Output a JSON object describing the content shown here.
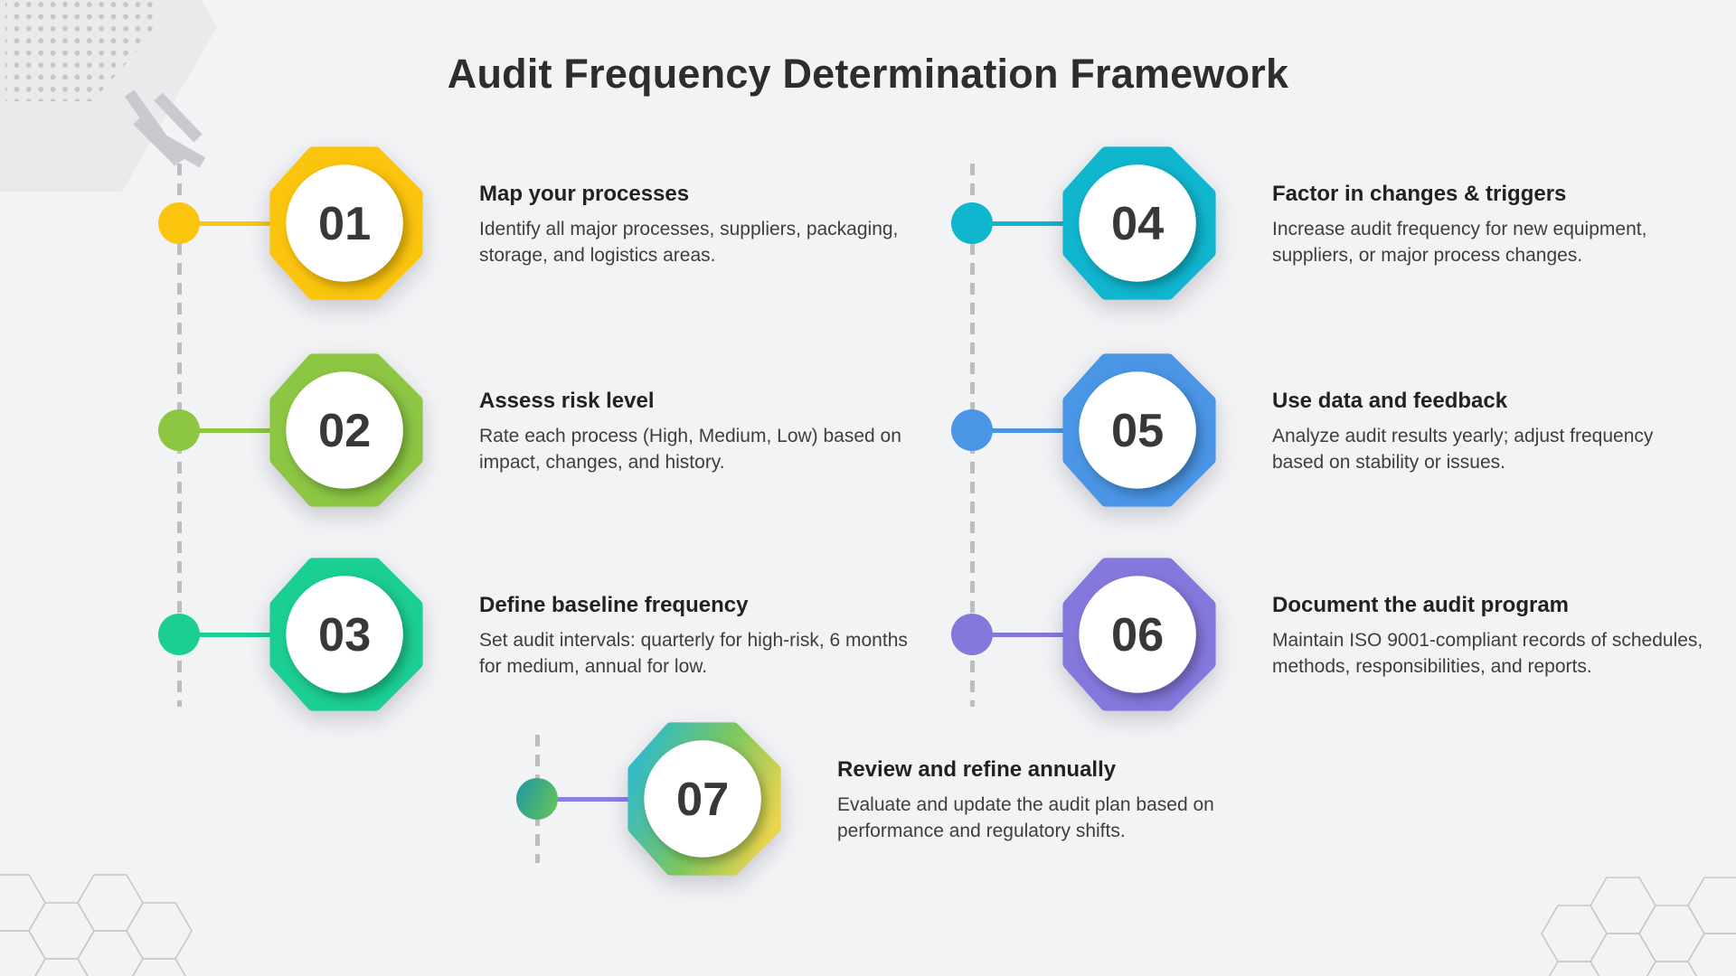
{
  "title": "Audit Frequency Determination Framework",
  "background_color": "#F2F3F5",
  "timeline": {
    "dash_color": "#BDBEC0"
  },
  "steps": [
    {
      "number": "01",
      "title": "Map your processes",
      "description": "Identify all major processes, suppliers, packaging, storage, and logistics areas.",
      "color": "#FBC40D",
      "dot_color": "#FBC40D",
      "connector_color": "#FBC40D"
    },
    {
      "number": "02",
      "title": "Assess risk level",
      "description": "Rate each process (High, Medium, Low) based on impact, changes, and history.",
      "color": "#8CC643",
      "dot_color": "#8CC643",
      "connector_color": "#8CC643"
    },
    {
      "number": "03",
      "title": "Define baseline frequency",
      "description": "Set audit intervals: quarterly for high-risk, 6 months for medium, annual for low.",
      "color": "#1BCE93",
      "dot_color": "#1BCE93",
      "connector_color": "#1BCE93"
    },
    {
      "number": "04",
      "title": "Factor in changes & triggers",
      "description": "Increase audit frequency for new equipment, suppliers, or major process changes.",
      "color": "#10B5CE",
      "dot_color": "#10B5CE",
      "connector_color": "#10B5CE"
    },
    {
      "number": "05",
      "title": "Use data and feedback",
      "description": "Analyze audit results yearly; adjust frequency based on stability or issues.",
      "color": "#4A95E5",
      "dot_color": "#4A95E5",
      "connector_color": "#4A95E5"
    },
    {
      "number": "06",
      "title": "Document the audit program",
      "description": "Maintain ISO 9001-compliant records of schedules, methods, responsibilities, and reports.",
      "color": "#8478DC",
      "dot_color": "#8478DC",
      "connector_color": "#8478DC"
    },
    {
      "number": "07",
      "title": "Review and refine annually",
      "description": "Evaluate and update the audit plan based on performance and regulatory shifts.",
      "gradient": [
        "#35BAC5",
        "#7CC75F",
        "#EAD44D"
      ],
      "dot_gradient": [
        "#1B96A5",
        "#6CC653"
      ],
      "connector_color": "#8A7DE3"
    }
  ]
}
